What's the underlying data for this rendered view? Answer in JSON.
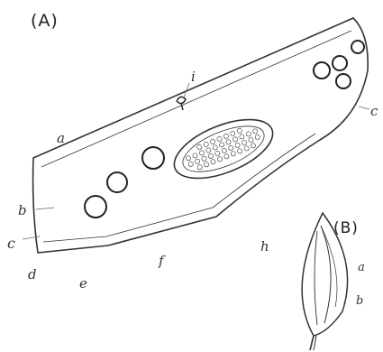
{
  "panels": {
    "a": "(A)",
    "b": "(B)"
  },
  "section_labels": {
    "a": "a",
    "b": "b",
    "c_left": "c",
    "c_right": "c",
    "d": "d",
    "e": "e",
    "f": "f",
    "h": "h",
    "i": "i"
  },
  "leaf_labels": {
    "a": "a",
    "b": "b"
  }
}
